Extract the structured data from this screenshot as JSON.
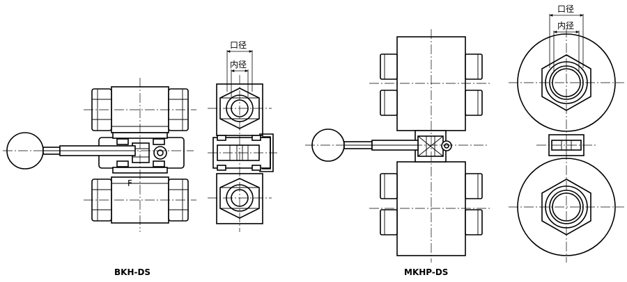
{
  "models": [
    {
      "caption": "BKH-DS",
      "labels": {
        "bore_outer": "口径",
        "bore_inner": "内径",
        "face": "F"
      }
    },
    {
      "caption": "MKHP-DS",
      "labels": {
        "bore_outer": "口径",
        "bore_inner": "内径"
      }
    }
  ]
}
